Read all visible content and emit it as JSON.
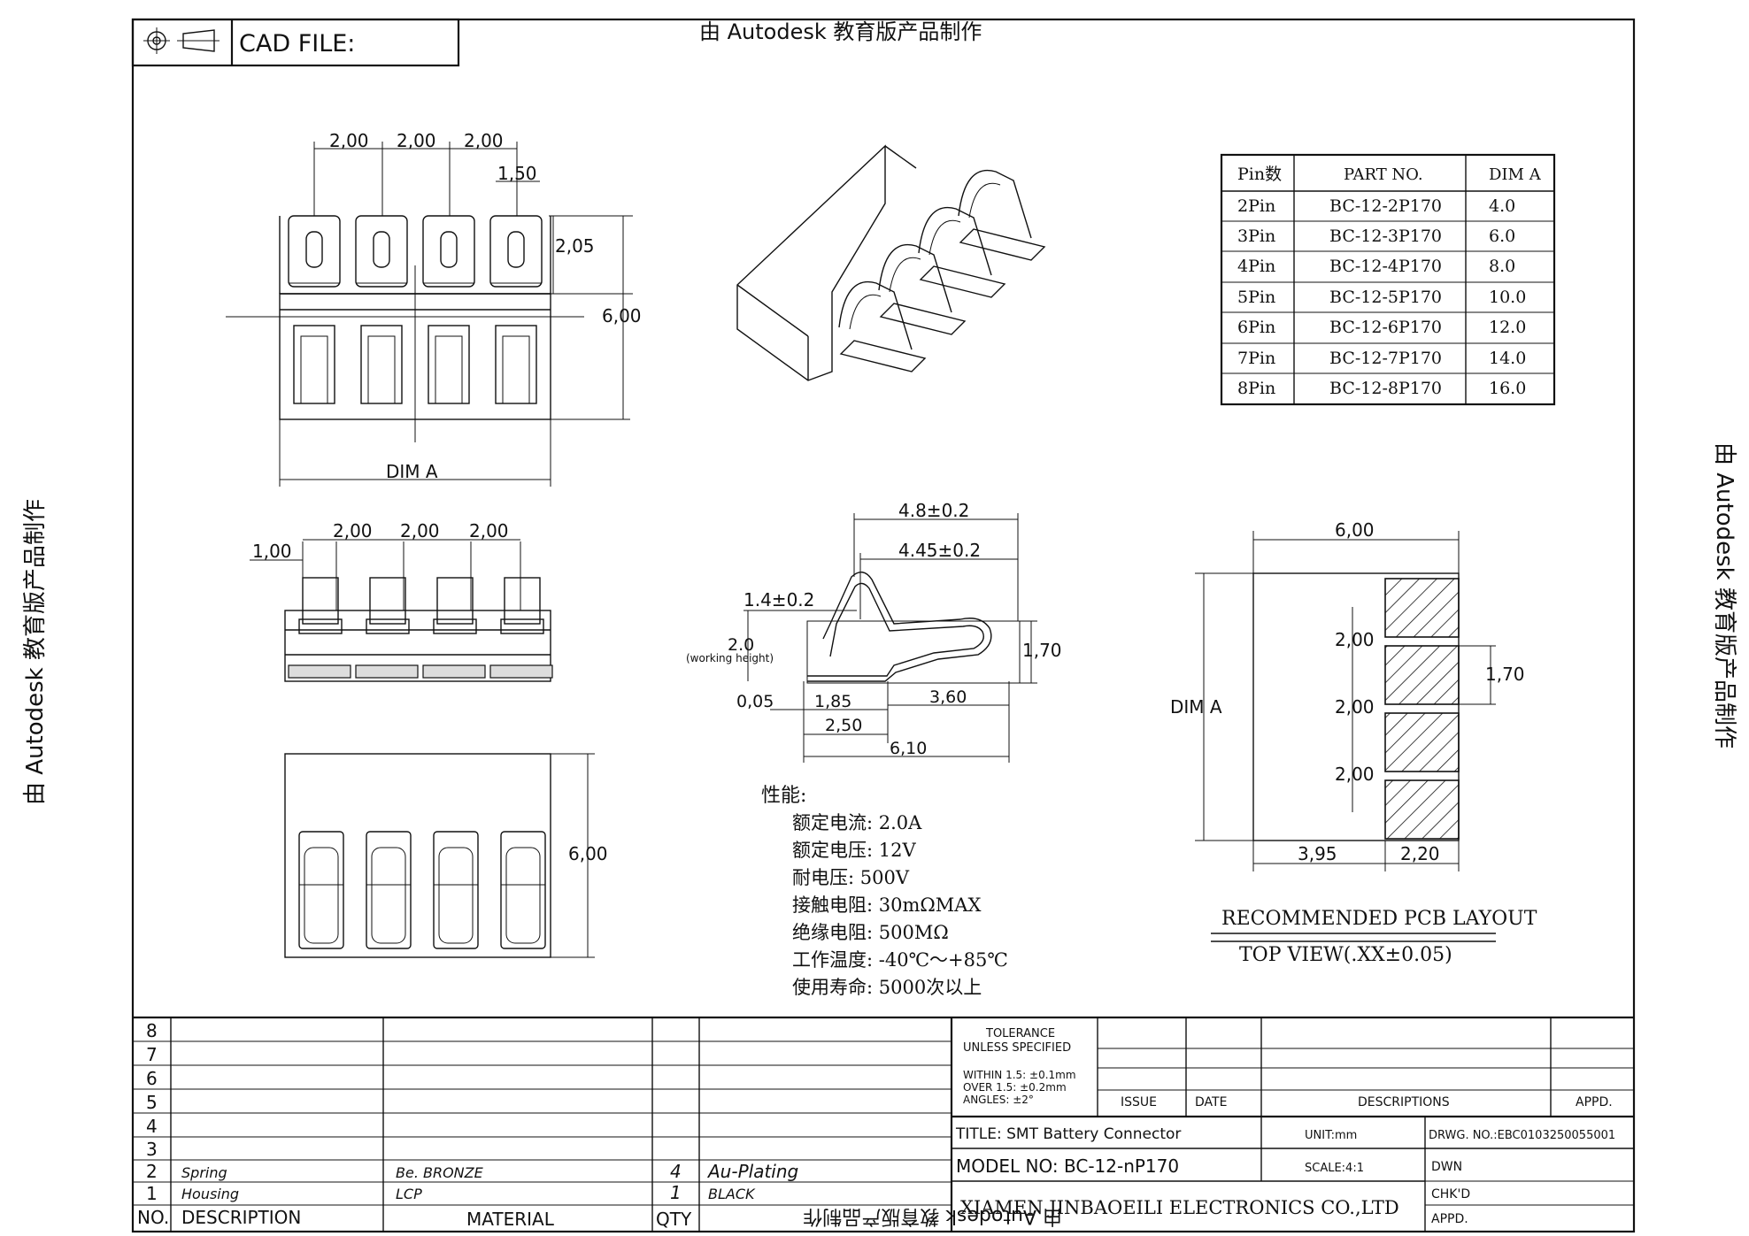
{
  "header": {
    "cad_file_label": "CAD FILE:",
    "top_watermark": "由 Autodesk 教育版产品制作"
  },
  "watermarks": {
    "left": "由 Autodesk 教育版产品制作",
    "right": "由 Autodesk 教育版产品制作",
    "bottom": "由 Autodesk 教育版产品制作"
  },
  "top_view": {
    "dims_pitch": [
      "2,00",
      "2,00",
      "2,00"
    ],
    "dim_pin_width": "1,50",
    "dim_pin_length": "2,05",
    "dim_height": "6,00",
    "dim_a_label": "DIM A"
  },
  "side_view": {
    "dim_offset": "1,00",
    "dims_pitch": [
      "2,00",
      "2,00",
      "2,00"
    ]
  },
  "bottom_view": {
    "dim_height": "6,00"
  },
  "contact_profile": {
    "dim_overall": "4.8±0.2",
    "dim_inner": "4.45±0.2",
    "dim_rise": "1.4±0.2",
    "dim_working": "2.0",
    "dim_working_note": "(working height)",
    "dim_body_h": "1,70",
    "dim_thk": "0,05",
    "dim_185": "1,85",
    "dim_360": "3,60",
    "dim_250": "2,50",
    "dim_610": "6,10"
  },
  "performance": {
    "title": "性能:",
    "items": [
      "额定电流: 2.0A",
      "额定电压: 12V",
      "耐电压: 500V",
      "接触电阻: 30mΩMAX",
      "绝缘电阻: 500MΩ",
      "工作温度: -40℃～+85℃",
      "使用寿命: 5000次以上"
    ]
  },
  "part_table": {
    "headers": [
      "Pin数",
      "PART NO.",
      "DIM A"
    ],
    "rows": [
      [
        "2Pin",
        "BC-12-2P170",
        "4.0"
      ],
      [
        "3Pin",
        "BC-12-3P170",
        "6.0"
      ],
      [
        "4Pin",
        "BC-12-4P170",
        "8.0"
      ],
      [
        "5Pin",
        "BC-12-5P170",
        "10.0"
      ],
      [
        "6Pin",
        "BC-12-6P170",
        "12.0"
      ],
      [
        "7Pin",
        "BC-12-7P170",
        "14.0"
      ],
      [
        "8Pin",
        "BC-12-8P170",
        "16.0"
      ]
    ]
  },
  "pcb_layout": {
    "dim_width": "6,00",
    "dim_pitch": [
      "2,00",
      "2,00",
      "2,00"
    ],
    "dim_pad": "1,70",
    "dim_a_label": "DIM A",
    "dim_395": "3,95",
    "dim_220": "2,20",
    "title": "RECOMMENDED PCB LAYOUT",
    "subtitle": "TOP VIEW(.XX±0.05)"
  },
  "bom": {
    "row_numbers": [
      "8",
      "7",
      "6",
      "5",
      "4",
      "3",
      "2",
      "1"
    ],
    "rows": [
      {
        "no": "2",
        "desc": "Spring",
        "material": "Be. BRONZE",
        "qty": "4",
        "finish": "Au-Plating"
      },
      {
        "no": "1",
        "desc": "Housing",
        "material": "LCP",
        "qty": "1",
        "finish": "BLACK"
      }
    ],
    "header": {
      "no": "NO.",
      "desc": "DESCRIPTION",
      "material": "MATERIAL",
      "qty": "QTY"
    }
  },
  "title_block": {
    "tolerance_title": "TOLERANCE",
    "tolerance_sub": "UNLESS SPECIFIED",
    "tol_1": "WITHIN 1.5: ±0.1mm",
    "tol_2": "OVER 1.5: ±0.2mm",
    "tol_3": "ANGLES: ±2°",
    "issue": "ISSUE",
    "date": "DATE",
    "descriptions": "DESCRIPTIONS",
    "appd": "APPD.",
    "title": "TITLE: SMT Battery Connector",
    "unit": "UNIT:mm",
    "drwg_no": "DRWG. NO.:EBC0103250055001",
    "model": "MODEL NO: BC-12-nP170",
    "scale": "SCALE:4:1",
    "dwn": "DWN",
    "chkd": "CHK'D",
    "appd2": "APPD.",
    "company": "XIAMEN JINBAOEILI ELECTRONICS CO.,LTD"
  }
}
